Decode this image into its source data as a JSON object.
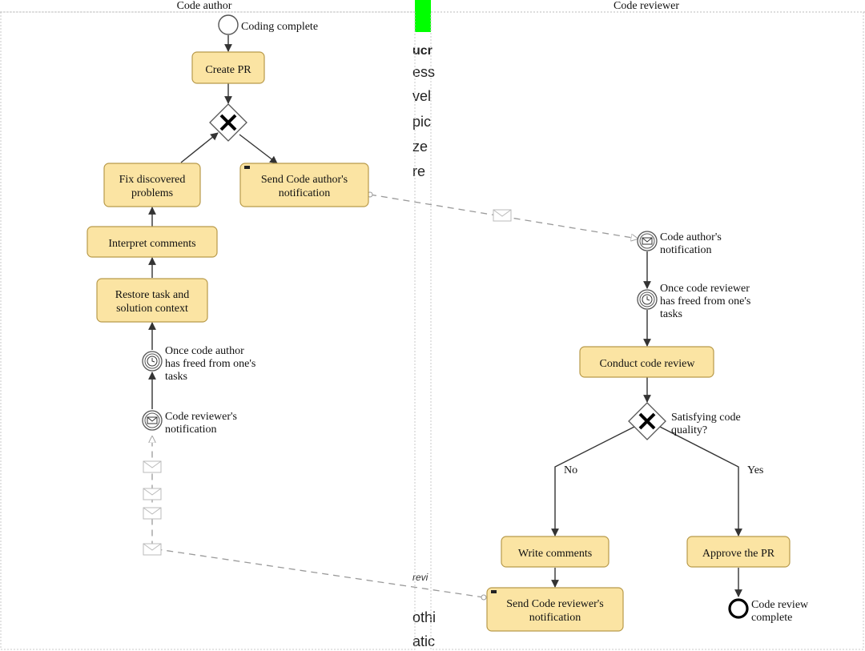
{
  "lanes": {
    "author": "Code author",
    "reviewer": "Code reviewer"
  },
  "author": {
    "start_event": "Coding complete",
    "create_pr": "Create PR",
    "fix_problems": [
      "Fix discovered",
      "problems"
    ],
    "send_notification": [
      "Send Code author's",
      "notification"
    ],
    "interpret_comments": "Interpret comments",
    "restore_context": [
      "Restore task and",
      "solution context"
    ],
    "timer_event": [
      "Once code author",
      "has freed from one's",
      "tasks"
    ],
    "message_event": [
      "Code reviewer's",
      "notification"
    ]
  },
  "reviewer": {
    "message_event": [
      "Code author's",
      "notification"
    ],
    "timer_event": [
      "Once code reviewer",
      "has freed from one's",
      "tasks"
    ],
    "conduct_review": "Conduct code review",
    "gateway_question": [
      "Satisfying code",
      "quality?"
    ],
    "branch_no": "No",
    "branch_yes": "Yes",
    "write_comments": "Write comments",
    "approve_pr": "Approve the PR",
    "send_notification": [
      "Send Code reviewer's",
      "notification"
    ],
    "end_event": [
      "Code review",
      "complete"
    ]
  },
  "background_fragments": [
    "ucr",
    "ess",
    "vel",
    "pic",
    "ze",
    "re",
    "revi",
    "othi",
    "atic"
  ],
  "colors": {
    "task_fill": "#fbe4a3",
    "task_stroke": "#b89a4a",
    "green_marker": "#00ff00",
    "message_flow": "#9a9a9a"
  }
}
